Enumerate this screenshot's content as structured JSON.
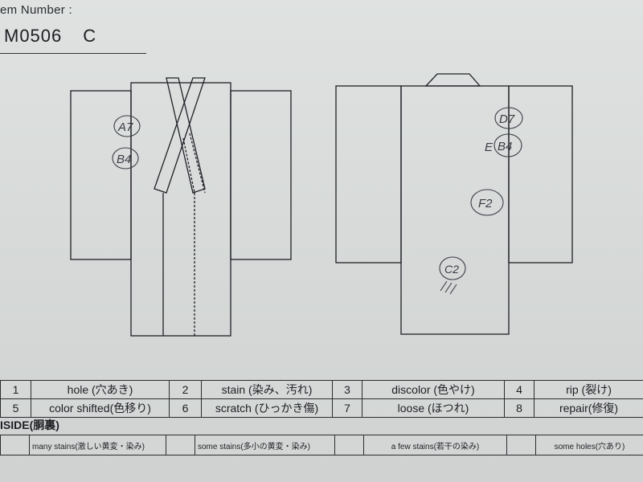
{
  "header": {
    "item_number_label": "em Number :",
    "code": "M0506",
    "grade": "C"
  },
  "marks": [
    {
      "name": "mark-a7",
      "text": "A7"
    },
    {
      "name": "mark-b4",
      "text": "B4"
    },
    {
      "name": "mark-d7",
      "text": "D7"
    },
    {
      "name": "mark-e-prefix",
      "text": "E"
    },
    {
      "name": "mark-b4-back",
      "text": "B4"
    },
    {
      "name": "mark-f2",
      "text": "F2"
    },
    {
      "name": "mark-c2",
      "text": "C2"
    }
  ],
  "defects": [
    {
      "num": "1",
      "label": "hole (穴あき)"
    },
    {
      "num": "2",
      "label": "stain (染み、汚れ)"
    },
    {
      "num": "3",
      "label": "discolor (色やけ)"
    },
    {
      "num": "4",
      "label": "rip (裂け)"
    },
    {
      "num": "5",
      "label": "color shifted(色移り)"
    },
    {
      "num": "6",
      "label": "scratch (ひっかき傷)"
    },
    {
      "num": "7",
      "label": "loose (ほつれ)"
    },
    {
      "num": "8",
      "label": "repair(修復)"
    }
  ],
  "inside": {
    "title": "ISIDE(胴裏)",
    "levels": [
      {
        "label": "many stains(激しい黄変・染み)"
      },
      {
        "label": "some stains(多小の黄変・染み)"
      },
      {
        "label": "a few stains(若干の染み)"
      },
      {
        "label": "some holes(穴あり)"
      }
    ]
  }
}
